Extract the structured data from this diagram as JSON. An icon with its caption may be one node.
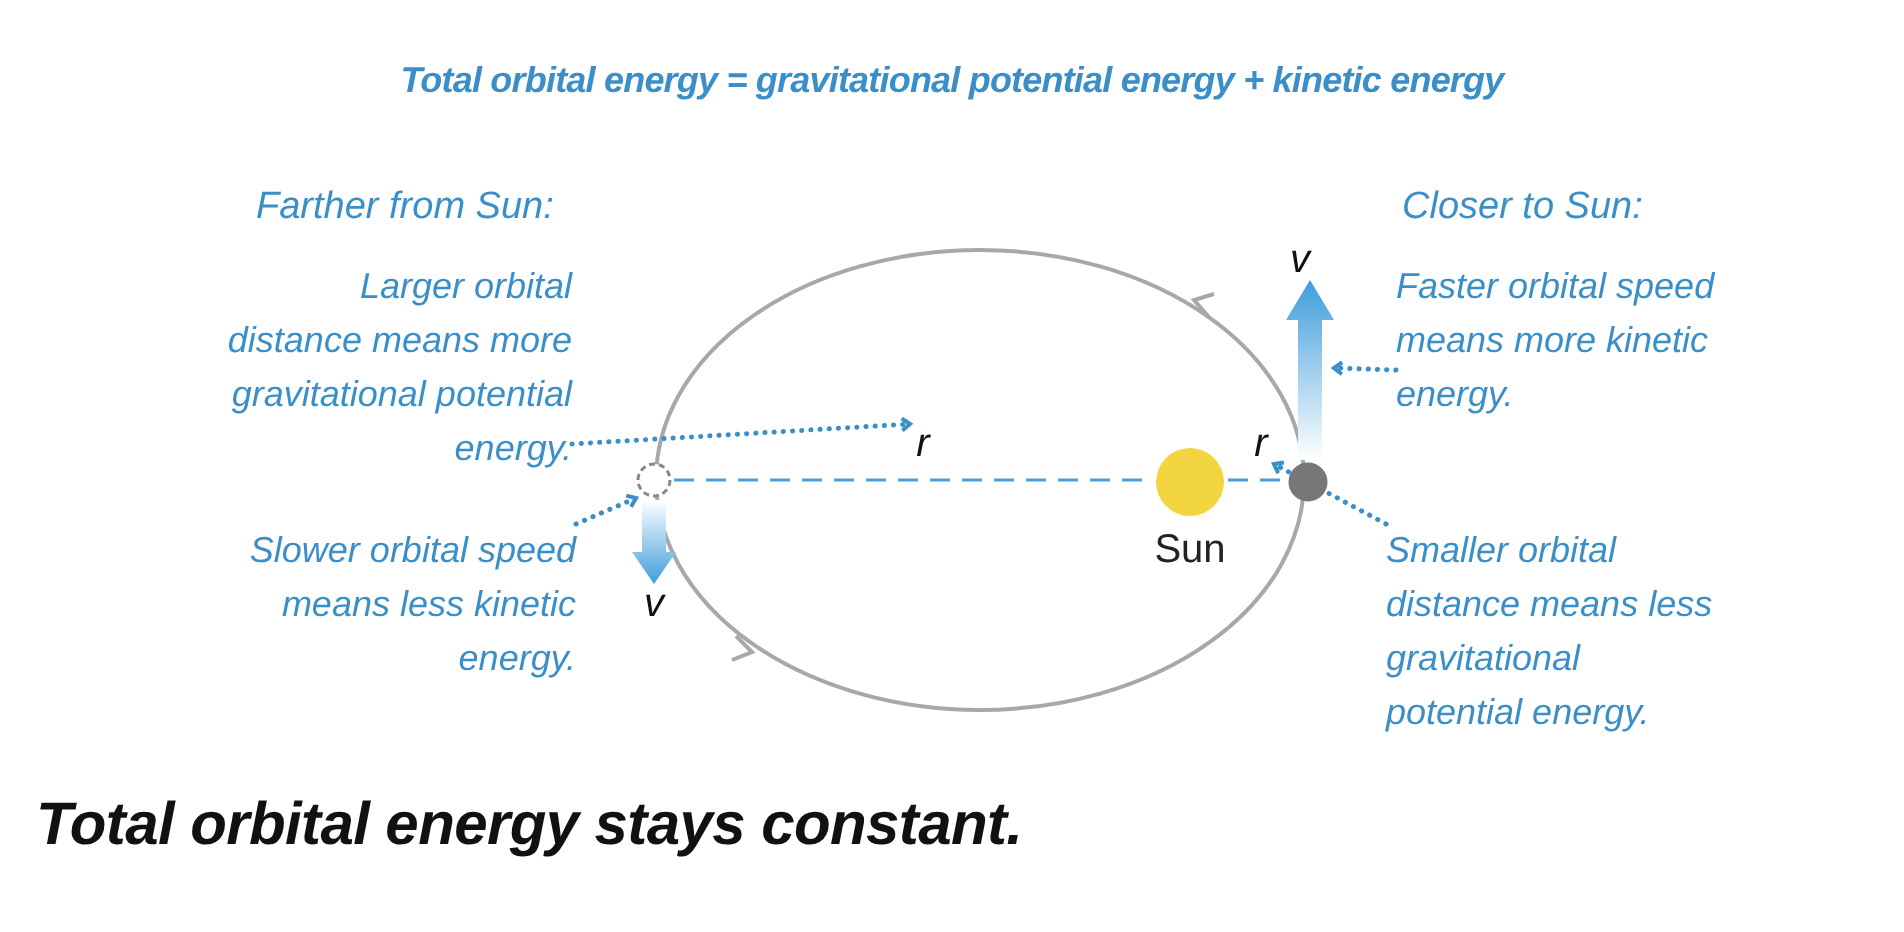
{
  "diagram": {
    "title": "Total orbital energy = gravitational potential energy + kinetic energy",
    "caption": "Total orbital energy stays constant.",
    "nodes": [
      {
        "text": [
          "Larger orbital distance means more gravitational potential energy."
        ]
      },
      {
        "text": [
          "r"
        ]
      },
      {
        "text": [
          "Slower orbital speed means less kinetic energy."
        ]
      },
      {
        "text": [],
        "shape": "circle"
      },
      {
        "text": [
          "Faster orbital speed means more kinetic energy."
        ]
      },
      {
        "text": [],
        "shape": "arrow"
      },
      {
        "text": [
          "Smaller orbital distance means less gravitational potential energy."
        ]
      },
      {
        "text": [
          "r"
        ]
      },
      {
        "text": [
          "Sun"
        ]
      },
      {
        "text": [],
        "shape": "circle"
      }
    ],
    "edges": [
      {
        "from": 0,
        "to": 1,
        "arrow": "to"
      },
      {
        "from": 2,
        "to": 3,
        "arrow": "to"
      },
      {
        "from": 4,
        "to": 5,
        "arrow": "to"
      },
      {
        "from": 6,
        "to": 7,
        "arrow": "to"
      }
    ],
    "labels": [
      "Farther from Sun:",
      "Closer to Sun:",
      "v",
      "v"
    ]
  }
}
